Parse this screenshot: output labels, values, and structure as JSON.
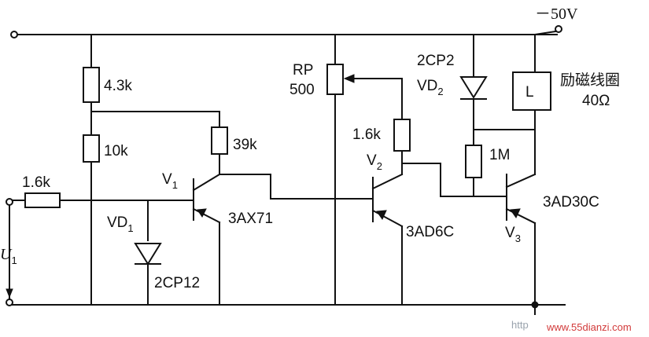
{
  "supply": {
    "voltage": "－50V"
  },
  "input": {
    "symbol": "U",
    "subscript": "1"
  },
  "resistors": {
    "r_input": "1.6k",
    "r_top": "4.3k",
    "r_mid": "10k",
    "r_collector_v1": "39k",
    "r_base_v2": "1.6k",
    "r_base_v3": "1M"
  },
  "potentiometer": {
    "name": "RP",
    "value": "500"
  },
  "diodes": {
    "vd1": {
      "name": "VD",
      "subscript": "1",
      "part": "2CP12"
    },
    "vd2": {
      "part": "2CP2",
      "name": "VD",
      "subscript": "2"
    }
  },
  "transistors": {
    "v1": {
      "name": "V",
      "subscript": "1",
      "part": "3AX71"
    },
    "v2": {
      "name": "V",
      "subscript": "2",
      "part": "3AD6C"
    },
    "v3": {
      "name": "V",
      "subscript": "3",
      "part": "3AD30C"
    }
  },
  "coil": {
    "letter": "L",
    "label": "励磁线圈",
    "resistance": "40Ω"
  },
  "watermark": {
    "prefix": "http",
    "site": "www.55dianzi.com"
  }
}
